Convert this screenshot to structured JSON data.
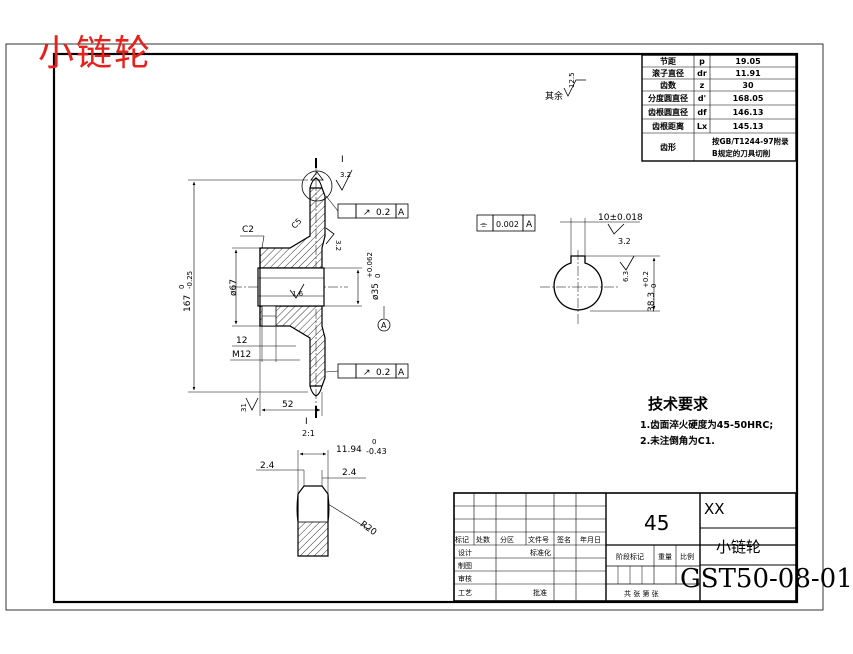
{
  "title": "小链轮",
  "param_table": [
    {
      "name": "节距",
      "symbol": "p",
      "value": "19.05"
    },
    {
      "name": "滚子直径",
      "symbol": "dr",
      "value": "11.91"
    },
    {
      "name": "齿数",
      "symbol": "z",
      "value": "30"
    },
    {
      "name": "分度圆直径",
      "symbol": "d'",
      "value": "168.05"
    },
    {
      "name": "齿根圆直径",
      "symbol": "df",
      "value": "146.13"
    },
    {
      "name": "齿根距离",
      "symbol": "Lx",
      "value": "145.13"
    },
    {
      "name": "齿形",
      "symbol": "",
      "value": "按GB/T1244-97附录",
      "value2": "B规定的刀具切削"
    }
  ],
  "roughness_note": {
    "label": "其余",
    "value": "12.5"
  },
  "main_view": {
    "roughness_top": "3.2",
    "roughness_bore": "1.6",
    "roughness_face": "3.2",
    "chamfer_c2": "C2",
    "chamfer_c5": "C5",
    "tol_top": {
      "symbol": "↗",
      "value": "0.2",
      "datum": "A"
    },
    "tol_bottom": {
      "symbol": "↗",
      "value": "0.2",
      "datum": "A"
    },
    "datum": "A",
    "dim_outer": "167",
    "dim_outer_tol_up": "0",
    "dim_outer_tol_low": "-0.25",
    "dim_hub": "ø67",
    "dim_bore": "ø35",
    "dim_bore_tol_up": "+0.062",
    "dim_bore_tol_low": "0",
    "dim_12": "12",
    "dim_m12": "M12",
    "dim_52": "52",
    "dim_31": "31",
    "section_label": "I",
    "section_ratio": "2:1"
  },
  "keyway_view": {
    "tol": {
      "symbol": "⌯",
      "value": "0.002",
      "datum": "A"
    },
    "width": "10±0.018",
    "roughness_side": "3.2",
    "roughness_bottom": "6.3",
    "depth": "38.3",
    "depth_tol_up": "+0.2",
    "depth_tol_low": "0"
  },
  "tooth_detail": {
    "width": "11.94",
    "width_tol_up": "0",
    "width_tol_low": "-0.43",
    "left": "2.4",
    "right": "2.4",
    "radius": "R20"
  },
  "tech_requirements": {
    "title": "技术要求",
    "items": [
      "1.齿面淬火硬度为45-50HRC;",
      "2.未注倒角为C1."
    ]
  },
  "title_block": {
    "material": "45",
    "company": "XX",
    "part_name": "小链轮",
    "drawing_no": "GST50-08-01",
    "header_cols": [
      "标记",
      "处数",
      "分区",
      "文件号",
      "签名",
      "年月日"
    ],
    "rows_left": [
      "设计",
      "制图",
      "审核",
      "工艺"
    ],
    "std_label": "标准化",
    "approve_label": "批准",
    "stage_label": "阶段标记",
    "weight_label": "重量",
    "scale_label": "比例",
    "sheet_label": "共  张  第  张"
  }
}
